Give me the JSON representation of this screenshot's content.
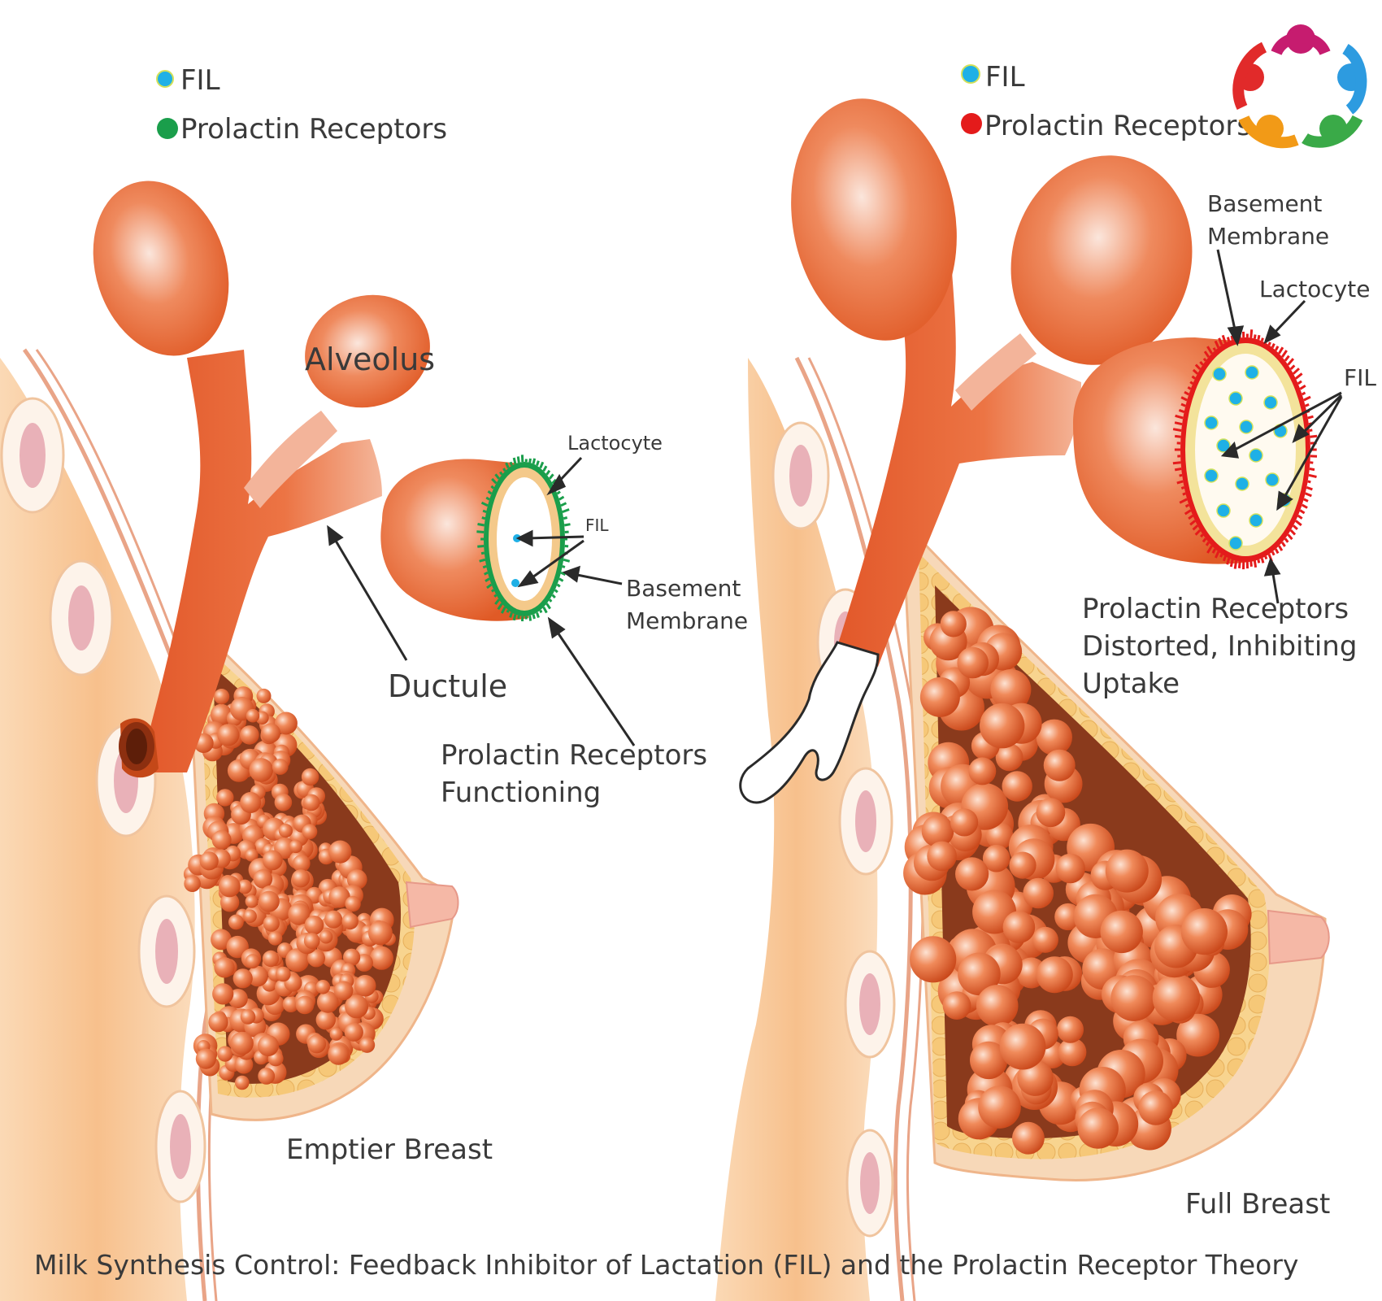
{
  "left_panel": {
    "legend": {
      "fil": "FIL",
      "prolactin": "Prolactin Receptors"
    },
    "labels": {
      "alveolus": "Alveolus",
      "lactocyte": "Lactocyte",
      "fil": "FIL",
      "basement_1": "Basement",
      "basement_2": "Membrane",
      "ductule": "Ductule",
      "receptors_1": "Prolactin Receptors",
      "receptors_2": "Functioning",
      "caption": "Emptier Breast"
    }
  },
  "right_panel": {
    "legend": {
      "fil": "FIL",
      "prolactin": "Prolactin Receptors"
    },
    "labels": {
      "basement_1": "Basement",
      "basement_2": "Membrane",
      "lactocyte": "Lactocyte",
      "fil": "FIL",
      "receptors_1": "Prolactin Receptors",
      "receptors_2": "Distorted, Inhibiting",
      "receptors_3": "Uptake",
      "caption": "Full Breast"
    }
  },
  "footer": {
    "title": "Milk Synthesis Control:  Feedback Inhibitor of Lactation (FIL) and the Prolactin Receptor Theory"
  },
  "colors": {
    "alveolus": "#e85f2c",
    "fil_dot": "#1fb0e6",
    "receptor_functioning": "#1a9e4b",
    "receptor_distorted": "#e41b1b",
    "skin": "#f9c99a",
    "tissue": "#f08a55"
  },
  "logo": {
    "icon": "community-circle-logo"
  }
}
